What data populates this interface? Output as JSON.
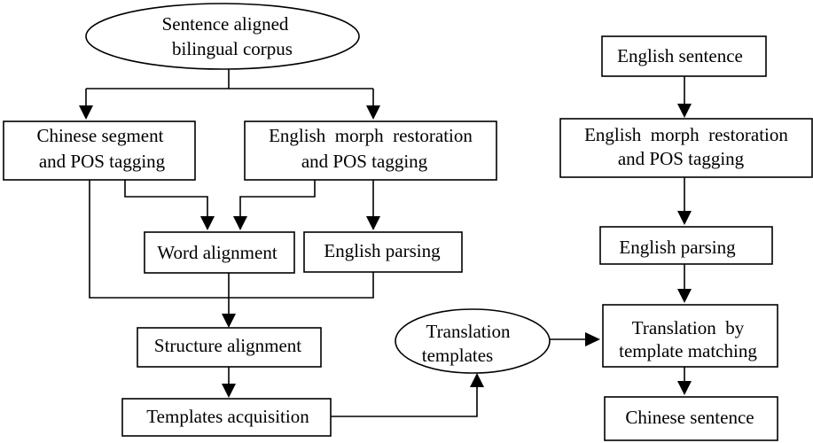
{
  "nodes": {
    "corpus": [
      "Sentence aligned",
      "bilingual corpus"
    ],
    "chinese_segment": [
      "Chinese segment",
      "and POS tagging"
    ],
    "english_morph_left": [
      "English  morph  restoration",
      "and POS tagging"
    ],
    "word_alignment": [
      "Word alignment"
    ],
    "english_parsing_left": [
      "English parsing"
    ],
    "structure_alignment": [
      "Structure alignment"
    ],
    "templates_acquisition": [
      "Templates acquisition"
    ],
    "translation_templates": [
      "Translation",
      "templates"
    ],
    "english_sentence": [
      "English sentence"
    ],
    "english_morph_right": [
      "English  morph  restoration",
      "and POS tagging"
    ],
    "english_parsing_right": [
      "English parsing"
    ],
    "template_matching": [
      "Translation  by",
      "template matching"
    ],
    "chinese_sentence": [
      "Chinese sentence"
    ]
  }
}
